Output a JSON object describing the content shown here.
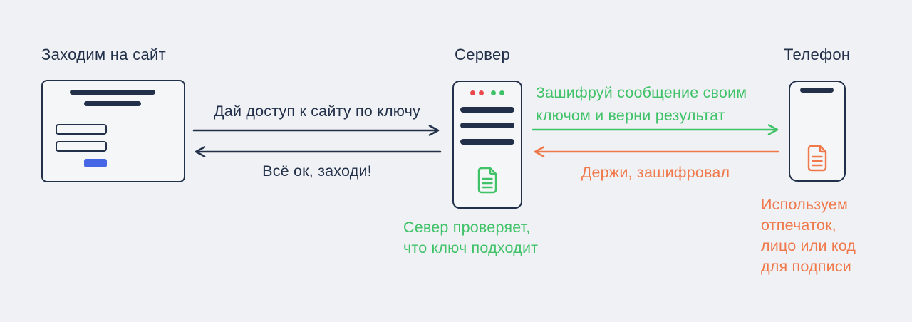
{
  "colors": {
    "background": "#eff1f4",
    "navy": "#223049",
    "green": "#3fc268",
    "orange": "#f0784a",
    "red": "#e9494d",
    "blue": "#4766e6",
    "surface": "#f4f6f8"
  },
  "nodes": {
    "browser": {
      "label": "Заходим на сайт",
      "icon": "login-form-illustration"
    },
    "server": {
      "label": "Сервер",
      "icon": "document-icon",
      "status_dots": [
        "#e9494d",
        "#e9494d",
        "#3fc268",
        "#3fc268"
      ],
      "caption": "Север проверяет,\nчто ключ подходит"
    },
    "phone": {
      "label": "Телефон",
      "icon": "document-icon",
      "caption": "Используем\nотпечаток,\nлицо или код\nдля подписи"
    }
  },
  "messages": {
    "site_request": "Дай доступ к сайту по ключу",
    "site_response": "Всё ок, заходи!",
    "encrypt_request": "Зашифруй сообщение своим\nключом и верни результат",
    "encrypt_response": "Держи, зашифровал"
  }
}
